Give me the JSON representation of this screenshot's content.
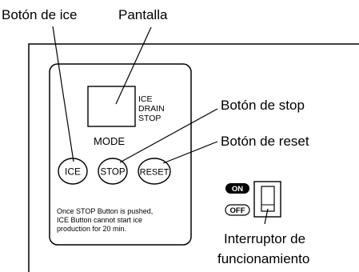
{
  "callouts": {
    "ice_button": "Botón de ice",
    "display": "Pantalla",
    "stop_button": "Botón de stop",
    "reset_button": "Botón de reset",
    "operation_switch_line1": "Interruptor de",
    "operation_switch_line2": "funcionamiento"
  },
  "panel": {
    "display_indicators": [
      "ICE",
      "DRAIN",
      "STOP"
    ],
    "mode_label": "MODE",
    "buttons": {
      "ice": "ICE",
      "stop": "STOP",
      "reset": "RESET"
    },
    "note_lines": [
      "Once STOP Button is pushed,",
      "ICE Button cannot start ice",
      "production for 20 min."
    ]
  },
  "switch": {
    "on_label": "ON",
    "off_label": "OFF"
  }
}
